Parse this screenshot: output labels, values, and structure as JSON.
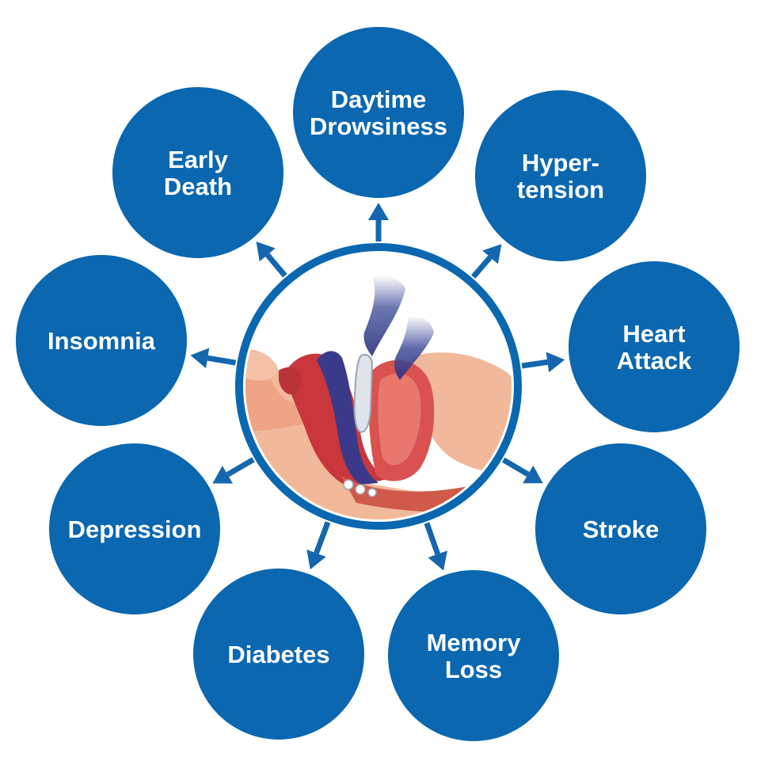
{
  "colors": {
    "node_fill": "#0a67b0",
    "arrow": "#1466ae",
    "ring": "#0a67b0",
    "label": "#ffffff"
  },
  "center": {
    "icon": "sleep-apnea-airway-illustration"
  },
  "nodes": [
    {
      "id": "daytime-drowsiness",
      "lines": [
        "Daytime",
        "Drowsiness"
      ]
    },
    {
      "id": "hypertension",
      "lines": [
        "Hyper-",
        "tension"
      ]
    },
    {
      "id": "heart-attack",
      "lines": [
        "Heart",
        "Attack"
      ]
    },
    {
      "id": "stroke",
      "lines": [
        "Stroke"
      ]
    },
    {
      "id": "memory-loss",
      "lines": [
        "Memory",
        "Loss"
      ]
    },
    {
      "id": "diabetes",
      "lines": [
        "Diabetes"
      ]
    },
    {
      "id": "depression",
      "lines": [
        "Depression"
      ]
    },
    {
      "id": "insomnia",
      "lines": [
        "Insomnia"
      ]
    },
    {
      "id": "early-death",
      "lines": [
        "Early",
        "Death"
      ]
    }
  ]
}
